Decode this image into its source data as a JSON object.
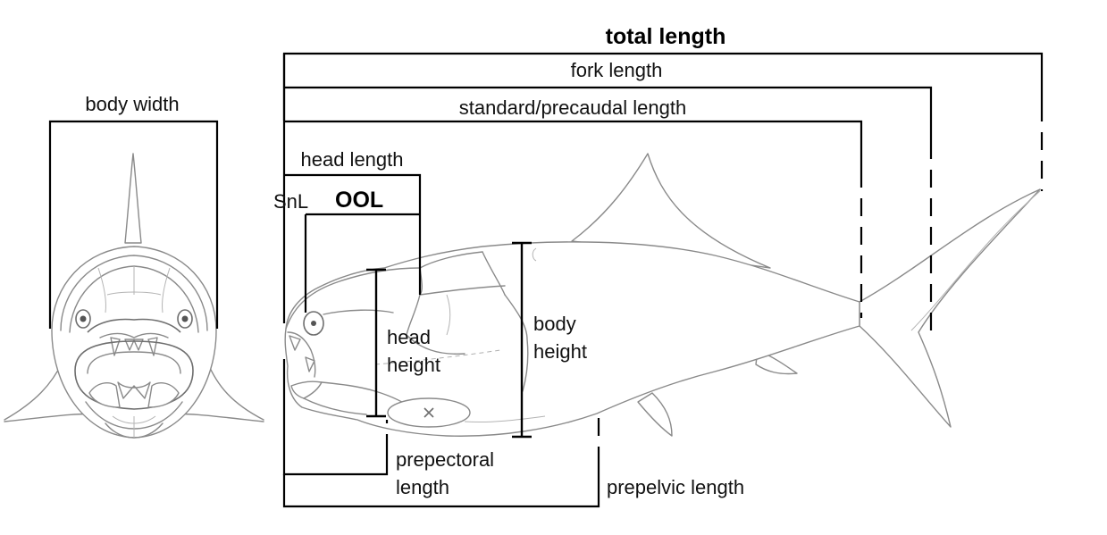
{
  "labels": {
    "total_length": "total length",
    "fork_length": "fork length",
    "standard_length": "standard/precaudal length",
    "head_length": "head length",
    "snl": "SnL",
    "ool": "OOL",
    "head_height_1": "head",
    "head_height_2": "height",
    "body_height_1": "body",
    "body_height_2": "height",
    "prepectoral_1": "prepectoral",
    "prepectoral_2": "length",
    "prepelvic": "prepelvic length",
    "body_width": "body width"
  },
  "colors": {
    "measurement_lines": "#000000",
    "fish_outline": "#8a8a8a",
    "background": "#ffffff"
  }
}
